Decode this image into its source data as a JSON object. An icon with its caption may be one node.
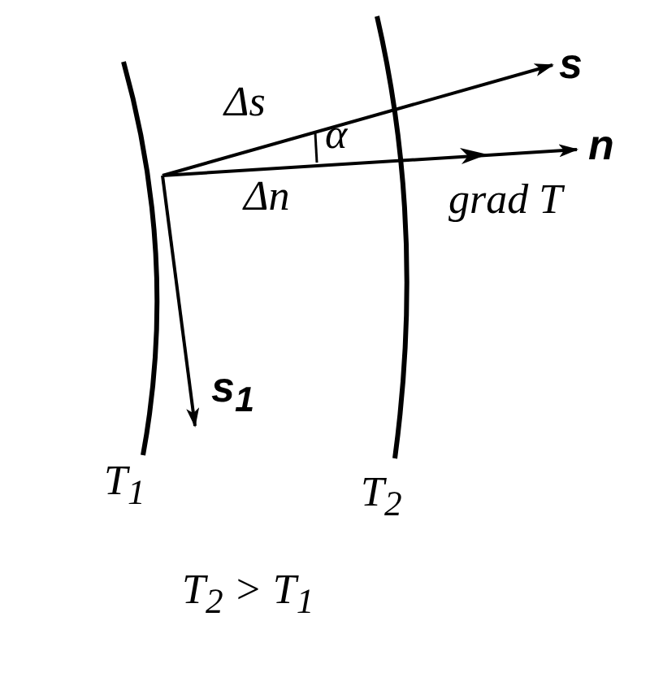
{
  "diagram": {
    "labels": [
      "s",
      "Δs",
      "α",
      "n",
      "Δn",
      "grad T",
      "s$_{1}$",
      "T$_{1}$",
      "T$_{2}$",
      "T$_{2}$ > T$_{1}$"
    ]
  }
}
